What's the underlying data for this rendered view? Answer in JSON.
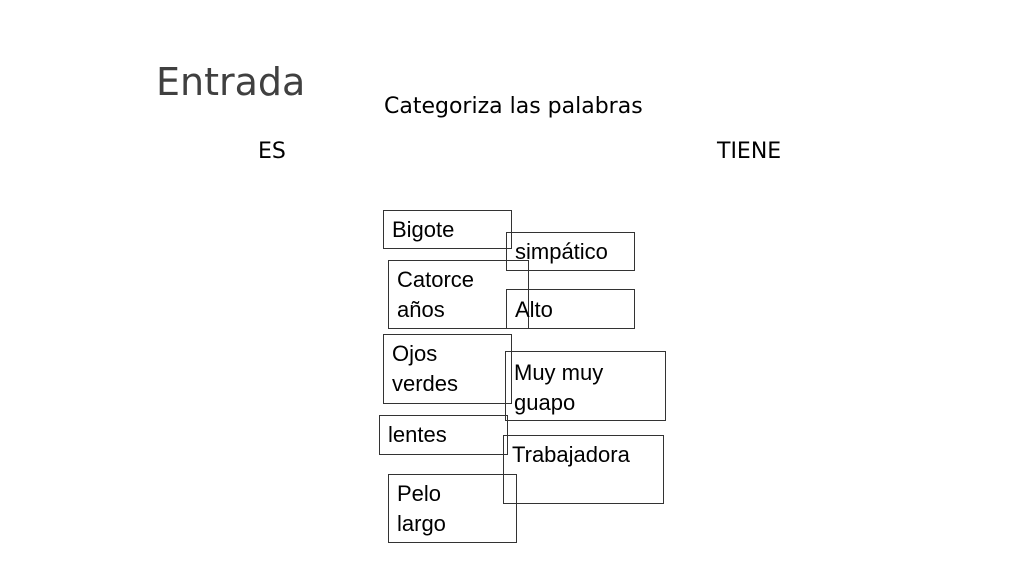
{
  "slide": {
    "title": "Entrada",
    "subtitle": "Categoriza las palabras",
    "columns": {
      "es": "ES",
      "tiene": "TIENE"
    }
  },
  "cards": [
    {
      "id": "bigote",
      "text": "Bigote"
    },
    {
      "id": "simpatico",
      "text": "simpático"
    },
    {
      "id": "catorce-anos",
      "text": "Catorce\naños"
    },
    {
      "id": "alto",
      "text": "Alto"
    },
    {
      "id": "ojos-verdes",
      "text": "Ojos\nverdes"
    },
    {
      "id": "muy-muy-guapo",
      "text": "Muy muy\nguapo"
    },
    {
      "id": "lentes",
      "text": "lentes"
    },
    {
      "id": "trabajadora",
      "text": "Trabajadora"
    },
    {
      "id": "pelo-largo",
      "text": "Pelo\nlargo"
    }
  ]
}
